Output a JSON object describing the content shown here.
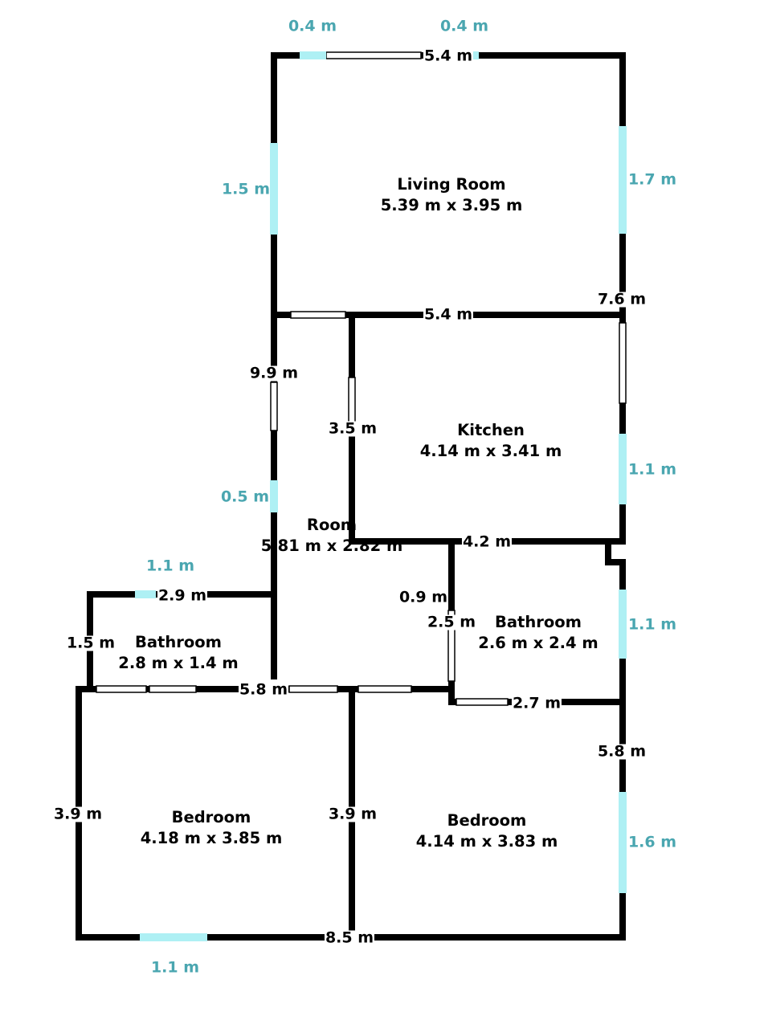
{
  "colors": {
    "wall": "#000000",
    "window": "#aef0f4",
    "window_label": "#4aa6b0",
    "background": "#ffffff"
  },
  "rooms": {
    "living": {
      "name": "Living Room",
      "size": "5.39 m x 3.95 m"
    },
    "kitchen": {
      "name": "Kitchen",
      "size": "4.14 m x 3.41 m"
    },
    "hall": {
      "name": "Room",
      "size": "5.81 m x 2.82 m"
    },
    "bath_left": {
      "name": "Bathroom",
      "size": "2.8 m x 1.4 m"
    },
    "bath_right": {
      "name": "Bathroom",
      "size": "2.6 m x 2.4 m"
    },
    "bed_left": {
      "name": "Bedroom",
      "size": "4.18 m x 3.85 m"
    },
    "bed_right": {
      "name": "Bedroom",
      "size": "4.14 m x 3.83 m"
    }
  },
  "dims": {
    "living_top": "5.4 m",
    "living_bottom": "5.4 m",
    "right_upper": "7.6 m",
    "left_long": "9.9 m",
    "kitchen_left": "3.5 m",
    "kitchen_bottom": "4.2 m",
    "bath_left_top": "2.9 m",
    "bath_left_side": "1.5 m",
    "bath_right_notch": "0.9 m",
    "bath_right_left": "2.5 m",
    "bath_right_bottom": "2.7 m",
    "middle_horizontal": "5.8 m",
    "right_lower": "5.8 m",
    "bed_left_side": "3.9 m",
    "bed_middle": "3.9 m",
    "bottom": "8.5 m"
  },
  "windows": {
    "top_left": "0.4 m",
    "top_right": "0.4 m",
    "living_left": "1.5 m",
    "living_right": "1.7 m",
    "kitchen_right": "1.1 m",
    "hall_left": "0.5 m",
    "bath_left_top": "1.1 m",
    "bath_right_right": "1.1 m",
    "bed_right_right": "1.6 m",
    "bottom": "1.1 m"
  }
}
